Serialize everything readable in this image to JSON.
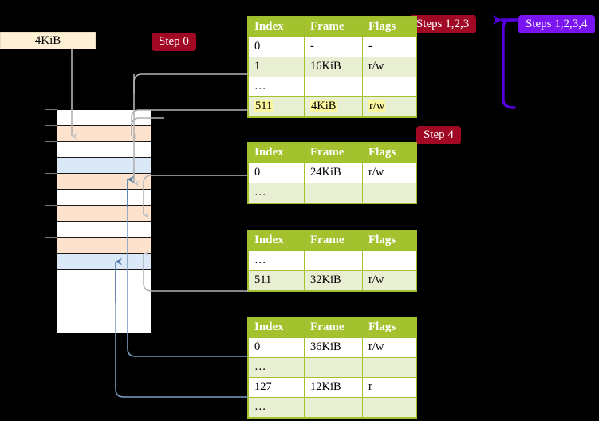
{
  "diagram": {
    "title_badges": {
      "step0": "Step 0",
      "steps123": "Steps 1,2,3",
      "steps1234": "Steps 1,2,3,4",
      "step4": "Step 4"
    },
    "memory_label": "4KiB",
    "colors": {
      "table_header_bg": "#a3c22e",
      "table_alt_row_bg": "#e9efd2",
      "highlight_yellow": "#fbf79e",
      "badge_red": "#a00824",
      "badge_purple": "#7a14f0",
      "memory_peach": "#fde3cd",
      "memory_blue": "#dbe8f7",
      "memory_box": "#fdf0d5",
      "wire_gray": "#b3b3b3",
      "wire_blue": "#7b9dc4",
      "arrow_blue": "#4f7bad",
      "background": "#000000"
    },
    "memory_rows": [
      {
        "fill": "white"
      },
      {
        "fill": "peach"
      },
      {
        "fill": "white"
      },
      {
        "fill": "blue"
      },
      {
        "fill": "peach"
      },
      {
        "fill": "white"
      },
      {
        "fill": "peach"
      },
      {
        "fill": "white"
      },
      {
        "fill": "peach"
      },
      {
        "fill": "blue"
      },
      {
        "fill": "white"
      },
      {
        "fill": "white"
      },
      {
        "fill": "white"
      },
      {
        "fill": "white"
      }
    ],
    "tables": [
      {
        "id": "table-1",
        "headers": [
          "Index",
          "Frame",
          "Flags"
        ],
        "rows": [
          {
            "cells": [
              "0",
              "-",
              "-"
            ],
            "alt": false,
            "highlight": false
          },
          {
            "cells": [
              "1",
              "16KiB",
              "r/w"
            ],
            "alt": true,
            "highlight": false
          },
          {
            "cells": [
              "…",
              "",
              ""
            ],
            "alt": false,
            "highlight": false
          },
          {
            "cells": [
              "511",
              "4KiB",
              "r/w"
            ],
            "alt": true,
            "highlight": true
          }
        ]
      },
      {
        "id": "table-2",
        "headers": [
          "Index",
          "Frame",
          "Flags"
        ],
        "rows": [
          {
            "cells": [
              "0",
              "24KiB",
              "r/w"
            ],
            "alt": false,
            "highlight": false
          },
          {
            "cells": [
              "…",
              "",
              ""
            ],
            "alt": true,
            "highlight": false
          }
        ]
      },
      {
        "id": "table-3",
        "headers": [
          "Index",
          "Frame",
          "Flags"
        ],
        "rows": [
          {
            "cells": [
              "…",
              "",
              ""
            ],
            "alt": false,
            "highlight": false
          },
          {
            "cells": [
              "511",
              "32KiB",
              "r/w"
            ],
            "alt": true,
            "highlight": false
          }
        ]
      },
      {
        "id": "table-4",
        "headers": [
          "Index",
          "Frame",
          "Flags"
        ],
        "rows": [
          {
            "cells": [
              "0",
              "36KiB",
              "r/w"
            ],
            "alt": false,
            "highlight": false
          },
          {
            "cells": [
              "…",
              "",
              ""
            ],
            "alt": true,
            "highlight": false
          },
          {
            "cells": [
              "127",
              "12KiB",
              "r"
            ],
            "alt": false,
            "highlight": false
          },
          {
            "cells": [
              "…",
              "",
              ""
            ],
            "alt": true,
            "highlight": false
          }
        ]
      }
    ]
  }
}
